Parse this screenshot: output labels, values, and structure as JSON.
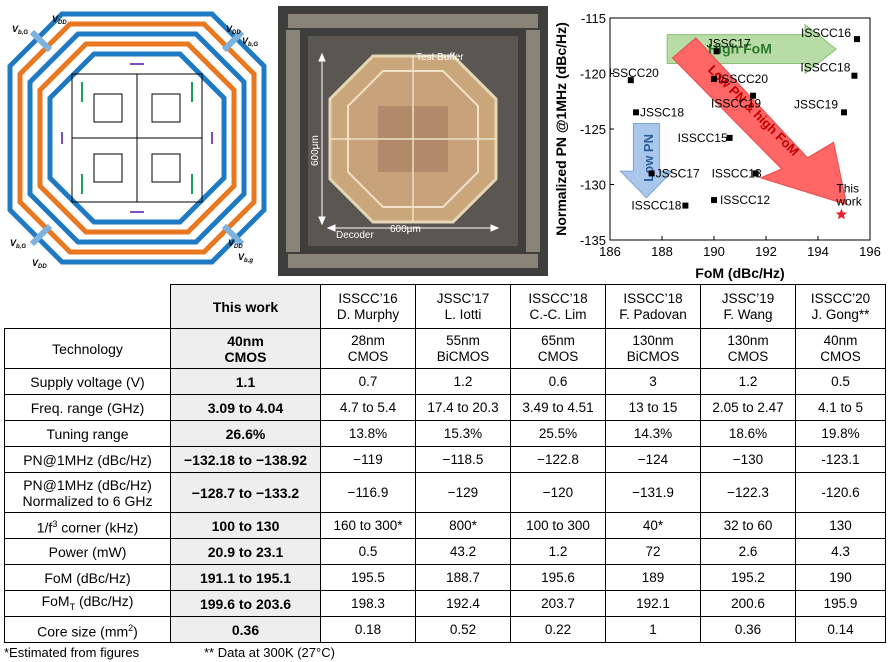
{
  "schematic": {
    "labels": {
      "vbg": "V",
      "vbg_sub": "b,G",
      "vdd": "V",
      "vdd_sub": "DD",
      "vbg2": "V",
      "vbg2_sub": "b,g"
    }
  },
  "photo": {
    "test_buffer": "Test Buffer",
    "decoder": "Decoder",
    "dim_vertical": "600μm",
    "dim_horizontal": "600μm"
  },
  "chart_data": {
    "type": "scatter",
    "xlabel": "FoM (dBc/Hz)",
    "ylabel": "Normalized PN @1MHz (dBc/Hz)",
    "xlim": [
      186,
      196
    ],
    "ylim": [
      -135,
      -115
    ],
    "xticks": [
      "186",
      "188",
      "190",
      "192",
      "194",
      "196"
    ],
    "yticks": [
      "-115",
      "-120",
      "-125",
      "-130",
      "-135"
    ],
    "points": [
      {
        "label": "ISSCC16",
        "x": 195.5,
        "y": -116.9
      },
      {
        "label": "JSSC17",
        "x": 190.1,
        "y": -118.0
      },
      {
        "label": "ISSCC20",
        "x": 186.8,
        "y": -120.6
      },
      {
        "label": "ISSCC20",
        "x": 190.0,
        "y": -120.5
      },
      {
        "label": "ISSCC18",
        "x": 195.4,
        "y": -120.2
      },
      {
        "label": "JSSC18",
        "x": 187.0,
        "y": -123.5
      },
      {
        "label": "ISSCC19",
        "x": 191.5,
        "y": -122.0
      },
      {
        "label": "JSSC19",
        "x": 195.0,
        "y": -123.5
      },
      {
        "label": "ISSCC15",
        "x": 190.6,
        "y": -125.8
      },
      {
        "label": "JSSC17",
        "x": 187.6,
        "y": -129.0
      },
      {
        "label": "ISSCC13",
        "x": 191.6,
        "y": -129.0
      },
      {
        "label": "ISSCC18",
        "x": 188.9,
        "y": -131.9
      },
      {
        "label": "ISSCC12",
        "x": 190.0,
        "y": -131.4
      },
      {
        "label": "This work",
        "x": 194.9,
        "y": -132.7,
        "marker": "star"
      }
    ],
    "annotations": {
      "high_fom": "High FoM",
      "low_pn": "Low PN",
      "low_pn_high_fom": "Low PN & high FoM"
    },
    "colors": {
      "green": "#b7dca5",
      "blue": "#a9c7ea",
      "red": "#ff6666",
      "star": "#e8232b"
    }
  },
  "table": {
    "headers": [
      {
        "l1": "This work",
        "l2": ""
      },
      {
        "l1": "ISSCC’16",
        "l2": "D. Murphy"
      },
      {
        "l1": "JSSC’17",
        "l2": "L. Iotti"
      },
      {
        "l1": "ISSCC’18",
        "l2": "C.-C. Lim"
      },
      {
        "l1": "ISSCC’18",
        "l2": "F. Padovan"
      },
      {
        "l1": "JSSC’19",
        "l2": "F. Wang"
      },
      {
        "l1": "ISSCC’20",
        "l2": "J. Gong**"
      }
    ],
    "rows": [
      {
        "label": "Technology",
        "cells": [
          {
            "l1": "40nm",
            "l2": "CMOS"
          },
          {
            "l1": "28nm",
            "l2": "CMOS"
          },
          {
            "l1": "55nm",
            "l2": "BiCMOS"
          },
          {
            "l1": "65nm",
            "l2": "CMOS"
          },
          {
            "l1": "130nm",
            "l2": "BiCMOS"
          },
          {
            "l1": "130nm",
            "l2": "CMOS"
          },
          {
            "l1": "40nm",
            "l2": "CMOS"
          }
        ]
      },
      {
        "label": "Supply voltage (V)",
        "cells": [
          {
            "l1": "1.1"
          },
          {
            "l1": "0.7"
          },
          {
            "l1": "1.2"
          },
          {
            "l1": "0.6"
          },
          {
            "l1": "3"
          },
          {
            "l1": "1.2"
          },
          {
            "l1": "0.5"
          }
        ]
      },
      {
        "label": "Freq. range (GHz)",
        "cells": [
          {
            "l1": "3.09 to 4.04"
          },
          {
            "l1": "4.7 to 5.4"
          },
          {
            "l1": "17.4 to 20.3"
          },
          {
            "l1": "3.49 to 4.51"
          },
          {
            "l1": "13 to 15"
          },
          {
            "l1": "2.05 to 2.47"
          },
          {
            "l1": "4.1 to 5"
          }
        ]
      },
      {
        "label": "Tuning range",
        "cells": [
          {
            "l1": "26.6%"
          },
          {
            "l1": "13.8%"
          },
          {
            "l1": "15.3%"
          },
          {
            "l1": "25.5%"
          },
          {
            "l1": "14.3%"
          },
          {
            "l1": "18.6%"
          },
          {
            "l1": "19.8%"
          }
        ]
      },
      {
        "label": "PN@1MHz (dBc/Hz)",
        "cells": [
          {
            "l1": "−132.18 to −138.92"
          },
          {
            "l1": "−119"
          },
          {
            "l1": "−118.5"
          },
          {
            "l1": "−122.8"
          },
          {
            "l1": "−124"
          },
          {
            "l1": "−130"
          },
          {
            "l1": "-123.1"
          }
        ]
      },
      {
        "label": "PN@1MHz (dBc/Hz)",
        "label2": "Normalized to 6 GHz",
        "cells": [
          {
            "l1": "−128.7 to −133.2"
          },
          {
            "l1": "−116.9"
          },
          {
            "l1": "−129"
          },
          {
            "l1": "−120"
          },
          {
            "l1": "−131.9"
          },
          {
            "l1": "−122.3"
          },
          {
            "l1": "-120.6"
          }
        ]
      },
      {
        "label": "1/f",
        "label_sup": "3",
        "label_tail": " corner (kHz)",
        "cells": [
          {
            "l1": "100 to 130"
          },
          {
            "l1": "160 to 300*"
          },
          {
            "l1": "800*"
          },
          {
            "l1": "100 to 300"
          },
          {
            "l1": "40*"
          },
          {
            "l1": "32 to 60"
          },
          {
            "l1": "130"
          }
        ]
      },
      {
        "label": "Power (mW)",
        "cells": [
          {
            "l1": "20.9 to 23.1"
          },
          {
            "l1": "0.5"
          },
          {
            "l1": "43.2"
          },
          {
            "l1": "1.2"
          },
          {
            "l1": "72"
          },
          {
            "l1": "2.6"
          },
          {
            "l1": "4.3"
          }
        ]
      },
      {
        "label": "FoM (dBc/Hz)",
        "cells": [
          {
            "l1": "191.1 to 195.1"
          },
          {
            "l1": "195.5"
          },
          {
            "l1": "188.7"
          },
          {
            "l1": "195.6"
          },
          {
            "l1": "189"
          },
          {
            "l1": "195.2"
          },
          {
            "l1": "190"
          }
        ]
      },
      {
        "label": "FoM",
        "label_sub": "T",
        "label_tail": " (dBc/Hz)",
        "cells": [
          {
            "l1": "199.6 to 203.6"
          },
          {
            "l1": "198.3"
          },
          {
            "l1": "192.4"
          },
          {
            "l1": "203.7"
          },
          {
            "l1": "192.1"
          },
          {
            "l1": "200.6"
          },
          {
            "l1": "195.9"
          }
        ]
      },
      {
        "label": "Core size (mm",
        "label_sup": "2",
        "label_tail": ")",
        "cells": [
          {
            "l1": "0.36"
          },
          {
            "l1": "0.18"
          },
          {
            "l1": "0.52"
          },
          {
            "l1": "0.22"
          },
          {
            "l1": "1"
          },
          {
            "l1": "0.36"
          },
          {
            "l1": "0.14"
          }
        ]
      }
    ]
  },
  "footnotes": {
    "estimated": "*Estimated from figures",
    "data300k": "** Data at 300K (27°C)"
  }
}
